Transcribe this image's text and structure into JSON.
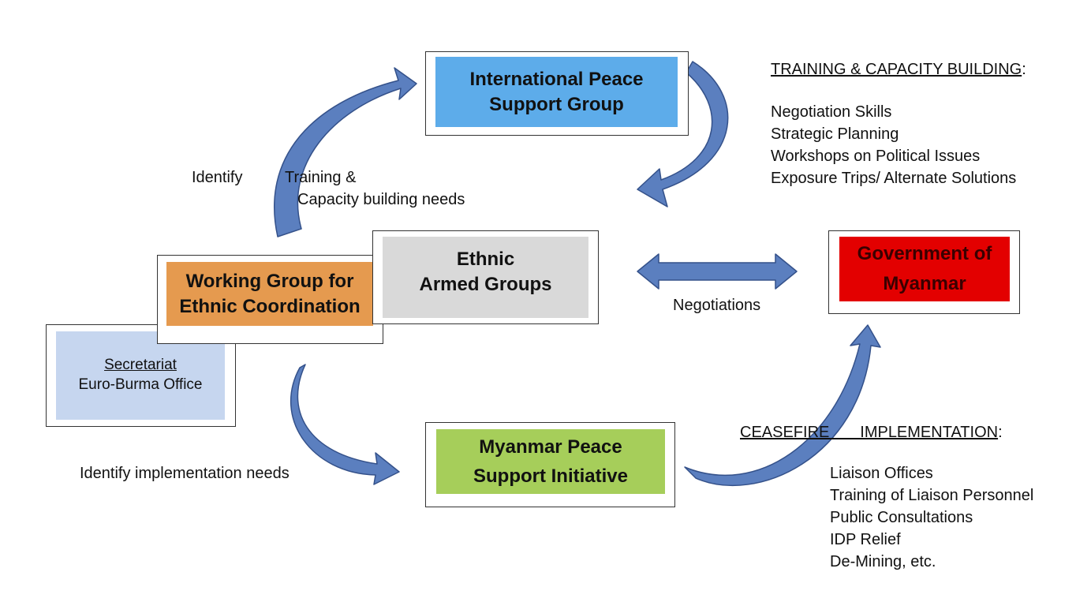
{
  "colors": {
    "ipsg": "#5dacea",
    "wgec": "#e59a4f",
    "eag": "#d9d9d9",
    "gom": "#e30000",
    "secretariat": "#c6d6ef",
    "mpsi": "#a6ce5a",
    "arrow_fill": "#5b7fbf",
    "arrow_stroke": "#34518a"
  },
  "boxes": {
    "ipsg": {
      "line1": "International Peace",
      "line2": "Support Group"
    },
    "wgec": {
      "line1": "Working Group for",
      "line2": "Ethnic Coordination"
    },
    "eag": {
      "line1": "Ethnic",
      "line2": "Armed Groups"
    },
    "gom": {
      "line1": "Government of",
      "line2": "Myanmar"
    },
    "secretariat": {
      "title": "Secretariat",
      "line2": "Euro-Burma Office"
    },
    "mpsi": {
      "line1": "Myanmar Peace",
      "line2": "Support Initiative"
    }
  },
  "labels": {
    "identify": "Identify",
    "training": "Training &",
    "capacity": "Capacity building needs",
    "negotiations": "Negotiations",
    "implementation_needs": "Identify implementation needs"
  },
  "training_list": {
    "heading": "TRAINING & CAPACITY BUILDING",
    "colon": ":",
    "items": [
      "Negotiation Skills",
      "Strategic Planning",
      "Workshops on Political Issues",
      "Exposure Trips/ Alternate Solutions"
    ]
  },
  "ceasefire_list": {
    "heading": "CEASEFIRE       IMPLEMENTATION",
    "colon": ":",
    "items": [
      "Liaison Offices",
      "Training of Liaison Personnel",
      "Public Consultations",
      "IDP Relief",
      "De-Mining, etc."
    ]
  }
}
